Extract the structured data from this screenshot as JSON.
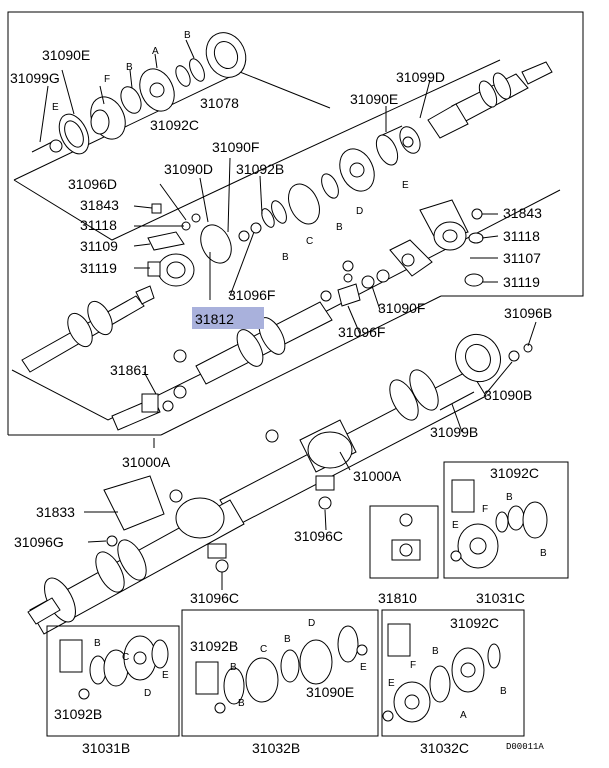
{
  "diagram": {
    "highlight_color": "#a9b1dc",
    "top_panel_labels": {
      "p31090E_a": "31090E",
      "p31099G": "31099G",
      "A_top": "A",
      "B_top1": "B",
      "F_top": "F",
      "B_top2": "B",
      "E_top": "E",
      "p31078": "31078",
      "p31092C": "31092C",
      "p31099D": "31099D",
      "p31090E_b": "31090E",
      "E_right": "E",
      "p31090F_a": "31090F",
      "p31090D": "31090D",
      "p31092B": "31092B",
      "p31096D": "31096D",
      "p31843_l": "31843",
      "p31118_l": "31118",
      "p31109": "31109",
      "p31119_l": "31119",
      "B_mid1": "B",
      "C_mid": "C",
      "B_mid2": "B",
      "D_mid": "D",
      "p31096F_a": "31096F",
      "p31843_r": "31843",
      "p31118_r": "31118",
      "p31107": "31107",
      "p31119_r": "31119",
      "p31812": "31812",
      "p31090F_b": "31090F",
      "p31096F_b": "31096F",
      "p31096B": "31096B",
      "p31861": "31861",
      "p31090B": "31090B",
      "p31099B": "31099B"
    },
    "main_labels": {
      "p31000A_l": "31000A",
      "p31000A_r": "31000A",
      "p31833": "31833",
      "p31096G": "31096G",
      "p31096C_a": "31096C",
      "p31096C_b": "31096C"
    },
    "box_31810": {
      "title": "31810"
    },
    "box_31031C": {
      "title": "31031C",
      "p31092C": "31092C",
      "B1": "B",
      "F": "F",
      "E": "E",
      "B2": "B"
    },
    "box_31031B": {
      "title": "31031B",
      "B": "B",
      "C": "C",
      "E": "E",
      "D": "D",
      "p31092B": "31092B"
    },
    "box_31032B": {
      "title": "31032B",
      "p31092B": "31092B",
      "B1": "B",
      "C": "C",
      "B2": "B",
      "D": "D",
      "E": "E",
      "B3": "B",
      "p31090E": "31090E"
    },
    "box_31032C": {
      "title": "31032C",
      "p31092C": "31092C",
      "F": "F",
      "B1": "B",
      "E": "E",
      "B2": "B",
      "A": "A"
    },
    "figure_code": "D00011A"
  }
}
